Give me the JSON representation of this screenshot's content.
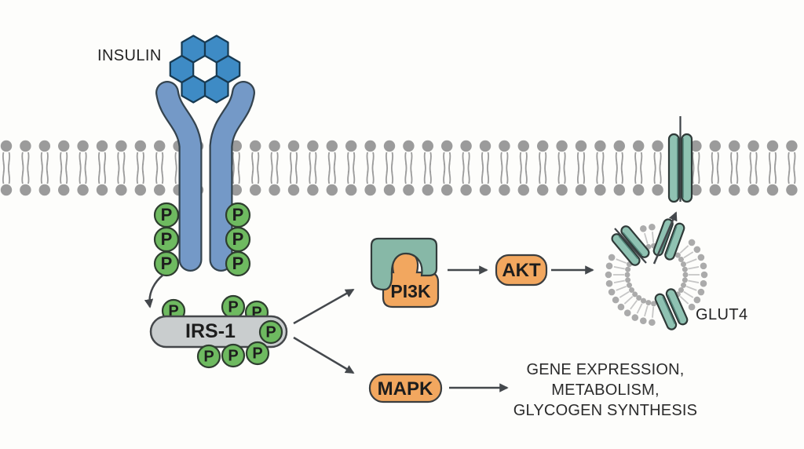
{
  "labels": {
    "insulin": "INSULIN",
    "irs1": "IRS-1",
    "pi3k": "PI3K",
    "akt": "AKT",
    "mapk": "MAPK",
    "glut4": "GLUT4",
    "phosphate": "P"
  },
  "outcomes": [
    "GENE EXPRESSION,",
    "METABOLISM,",
    "GLYCOGEN SYNTHESIS"
  ],
  "phosphate_counts": {
    "receptor": 6,
    "irs1": 7
  },
  "colors": {
    "background": "#fdfdfb",
    "insulin_blue": "#3e8bc5",
    "receptor_blue": "#7499c7",
    "dark_outline": "#35444f",
    "phospho_green": "#6eba60",
    "phospho_outline": "#2e3d2f",
    "membrane_gray": "#9b9b9b",
    "vesicle_head_gray": "#ababab",
    "vesicle_tail_gray": "#c6c6c6",
    "irs1_gray": "#c9cdce",
    "irs1_outline": "#44474a",
    "kinase_orange": "#f2a75f",
    "orange_outline": "#3a3d3f",
    "teal": "#87b8a7",
    "glut4_teal": "#8fc2b2",
    "glut4_accent": "#54857a",
    "glut4_outline": "#2f3a38",
    "arrow_gray": "#44484c",
    "text_dark": "#242424"
  }
}
